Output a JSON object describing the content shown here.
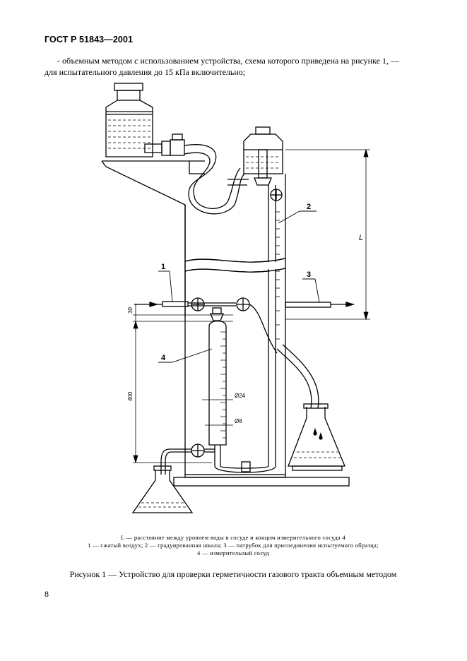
{
  "header": {
    "standard": "ГОСТ Р 51843—2001"
  },
  "intro": {
    "line1": "- объемным методом с использованием устройства, схема которого приведена на рисунке 1, —",
    "line2": "для испытательного давления до 15 кПа включительно;"
  },
  "figure": {
    "callouts": {
      "c1": "1",
      "c2": "2",
      "c3": "3",
      "c4": "4",
      "L": "L"
    },
    "dimensions": {
      "d30": "30",
      "d400": "400",
      "dia24": "Ø24",
      "dia8": "Ø8"
    },
    "caption": {
      "line1": "L — расстояние между уровнем воды в сосуде и концом измерительного сосуда 4",
      "line2": "1 — сжатый воздух; 2 — градуированная шкала; 3 — патрубок для присоединения испытуемого образца;",
      "line3": "4 — измерительный сосуд"
    },
    "title": "Рисунок 1 — Устройство для проверки герметичности газового тракта объемным методом"
  },
  "page": {
    "number": "8"
  }
}
